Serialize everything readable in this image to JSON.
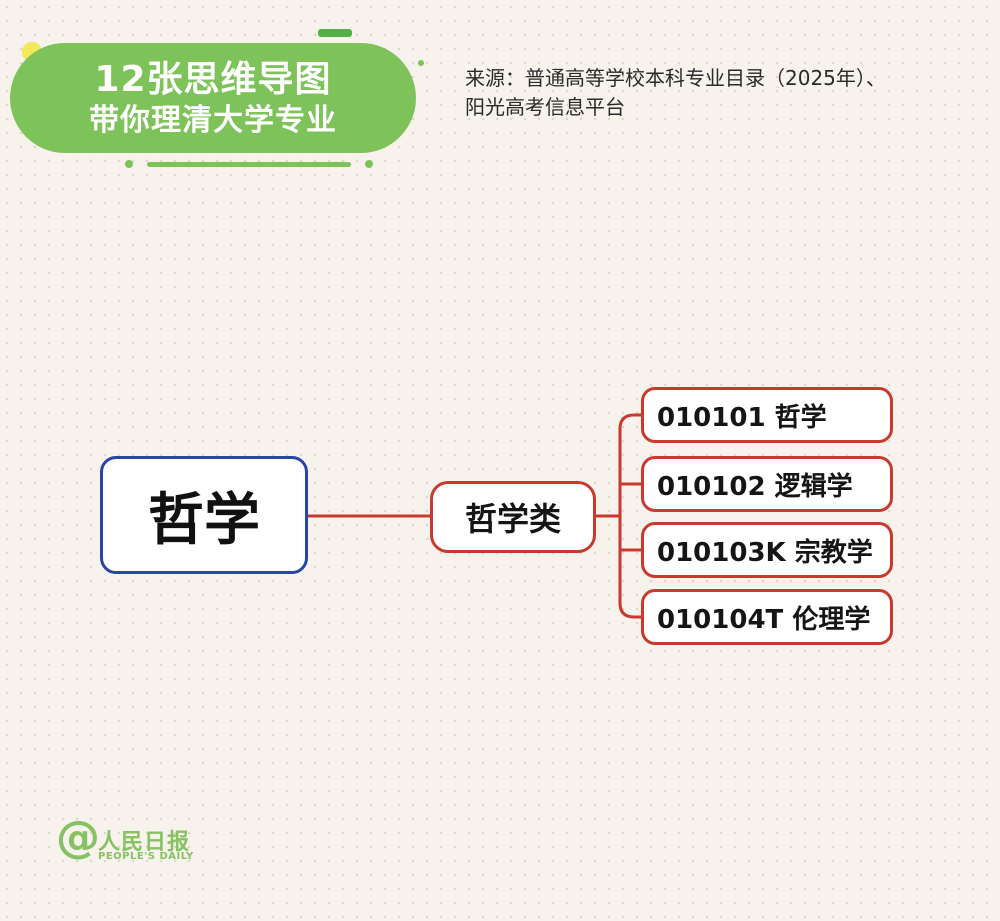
{
  "header": {
    "badge_line1": "12张思维导图",
    "badge_line2": "带你理清大学专业",
    "source_line1": "来源：普通高等学校本科专业目录（2025年）、",
    "source_line2": "阳光高考信息平台"
  },
  "mindmap": {
    "root": "哲学",
    "category": "哲学类",
    "majors": [
      "010101 哲学",
      "010102 逻辑学",
      "010103K 宗教学",
      "010104T 伦理学"
    ]
  },
  "logo": {
    "symbol": "@",
    "name_cn": "人民日报",
    "name_en": "PEOPLE'S DAILY"
  },
  "colors": {
    "badge_green": "#7ec25a",
    "root_border": "#2b45a6",
    "branch_red": "#c83a30"
  }
}
